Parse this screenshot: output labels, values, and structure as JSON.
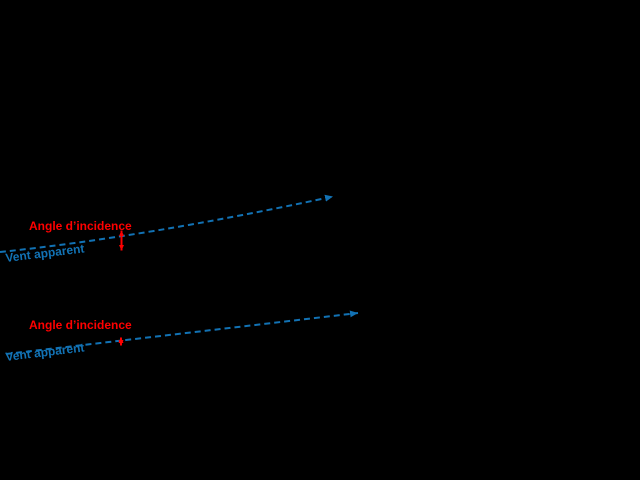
{
  "canvas": {
    "background": "#000000"
  },
  "colors": {
    "wind_blue": "#1272B4",
    "angle_red": "#FF0000"
  },
  "diagrams": {
    "top": {
      "angle_label": "Angle d’incidence",
      "wind_label": "Vent apparent"
    },
    "bottom": {
      "angle_label": "Angle d’incidence",
      "wind_label": "Vent apparent"
    }
  }
}
